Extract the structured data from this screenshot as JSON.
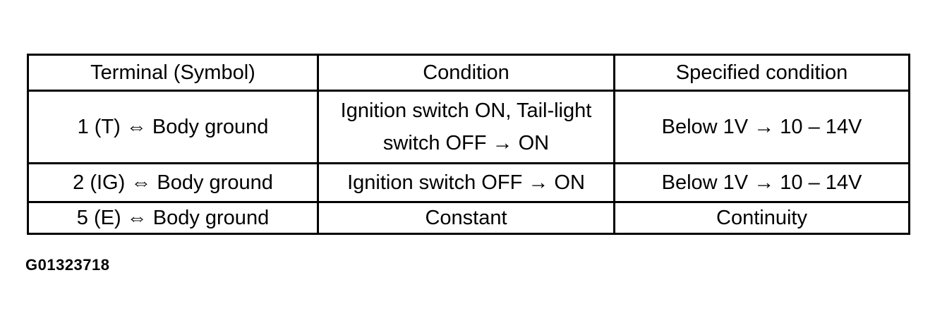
{
  "table": {
    "headers": [
      "Terminal (Symbol)",
      "Condition",
      "Specified condition"
    ],
    "rows": [
      [
        "1 (T) ⇔ Body ground",
        "Ignition switch ON, Tail-light switch OFF → ON",
        "Below 1V → 10 – 14V"
      ],
      [
        "2 (IG) ⇔ Body ground",
        "Ignition switch OFF → ON",
        "Below 1V → 10 – 14V"
      ],
      [
        "5 (E) ⇔ Body ground",
        "Constant",
        "Continuity"
      ]
    ]
  },
  "figure_id": "G01323718"
}
